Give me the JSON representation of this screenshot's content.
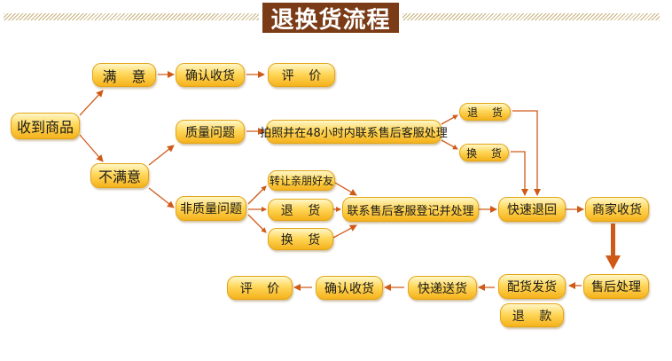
{
  "title": "退换货流程",
  "nodes": {
    "received": "收到商品",
    "satisfied": "满 意",
    "confirm_top": "确认收货",
    "review_top": "评 价",
    "unsatisfied": "不满意",
    "quality_issue": "质量问题",
    "contact_48h": "拍照并在48小时内联系售后客服处理",
    "return_small": "退 货",
    "exchange_small": "换 货",
    "non_quality_issue": "非质量问题",
    "transfer_gift": "转让亲朋好友",
    "return_goods": "退 货",
    "exchange_goods": "换 货",
    "contact_register": "联系售后客服登记并处理",
    "express_return": "快速退回",
    "merchant_receive": "商家收货",
    "after_sales": "售后处理",
    "ship_replacement": "配货发货",
    "refund": "退 款",
    "express_ship": "快递送货",
    "confirm_bottom": "确认收货",
    "review_bottom": "评 价"
  },
  "colors": {
    "node_fill": "#ffd75a",
    "node_border": "#e4a415",
    "arrow": "#cf5a18",
    "title_bg": "#7a3b16",
    "title_text": "#ffffff"
  }
}
